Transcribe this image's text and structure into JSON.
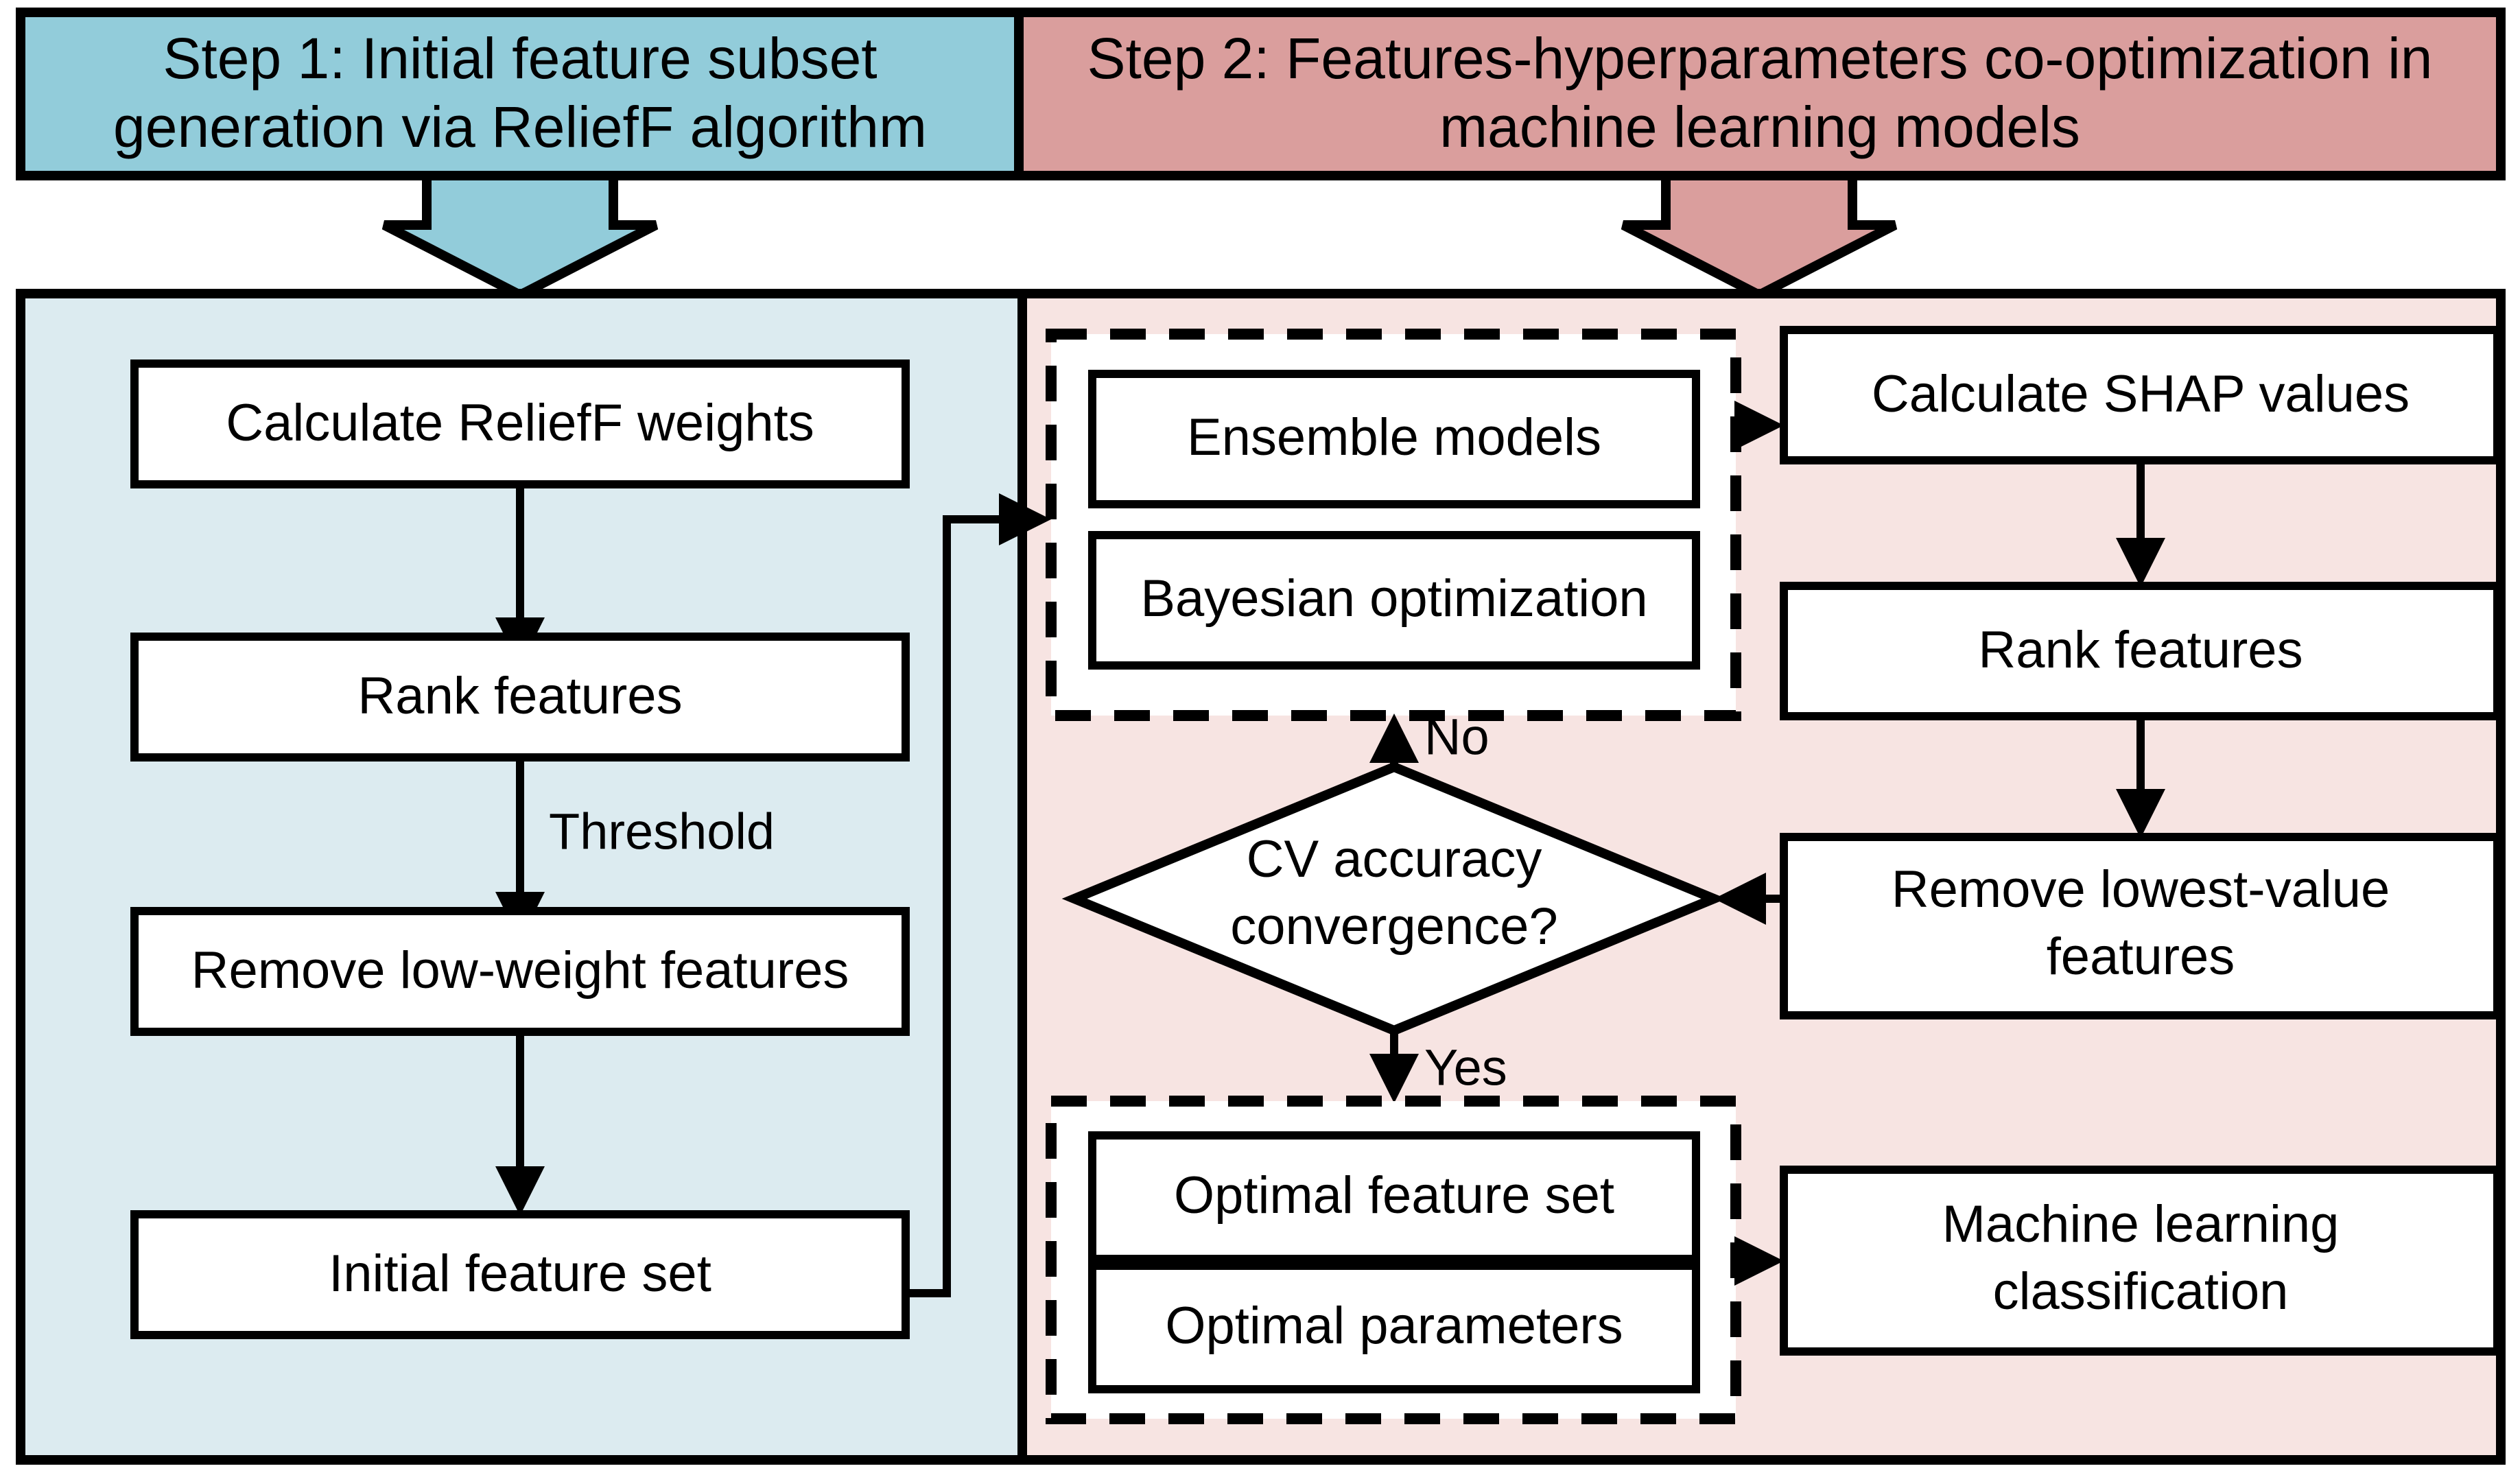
{
  "figure": {
    "kind": "flowchart",
    "title_present": false,
    "colors": {
      "step1_banner_fill": "#92ccda",
      "step2_banner_fill": "#da9e9d",
      "step1_panel_fill": "#dcebf0",
      "step2_panel_fill": "#f7e4e2",
      "node_fill": "#ffffff",
      "stroke": "#000000"
    }
  },
  "banners": [
    {
      "id": "step1-banner",
      "line1": "Step 1: Initial feature subset",
      "line2": "generation via ReliefF algorithm"
    },
    {
      "id": "step2-banner",
      "line1": "Step 2: Features-hyperparameters co-optimization in",
      "line2": "machine learning models"
    }
  ],
  "panels": {
    "step1": {
      "nodes": [
        {
          "id": "calculate-relieff-weights",
          "label": "Calculate ReliefF weights"
        },
        {
          "id": "rank-features-left",
          "label": "Rank features"
        },
        {
          "id": "remove-low-weight-features",
          "label": "Remove low-weight features"
        },
        {
          "id": "initial-feature-set",
          "label": "Initial feature set"
        }
      ],
      "edge_labels": [
        {
          "id": "threshold-label",
          "label": "Threshold"
        }
      ]
    },
    "step2": {
      "group_top": {
        "id": "model-optimization-group",
        "nodes": [
          {
            "id": "ensemble-models",
            "label": "Ensemble models"
          },
          {
            "id": "bayesian-optimization",
            "label": "Bayesian optimization"
          }
        ]
      },
      "group_bottom": {
        "id": "optimal-results-group",
        "nodes": [
          {
            "id": "optimal-feature-set",
            "label": "Optimal feature set"
          },
          {
            "id": "optimal-parameters",
            "label": "Optimal parameters"
          }
        ]
      },
      "decision": {
        "id": "cv-accuracy-convergence",
        "line1": "CV accuracy",
        "line2": "convergence?"
      },
      "right_nodes": [
        {
          "id": "calculate-shap-values",
          "label": "Calculate SHAP values"
        },
        {
          "id": "rank-features-right",
          "label": "Rank features"
        },
        {
          "id": "remove-lowest-value-features",
          "line1": "Remove lowest-value",
          "line2": "features"
        },
        {
          "id": "machine-learning-classification",
          "line1": "Machine learning",
          "line2": "classification"
        }
      ],
      "edge_labels": [
        {
          "id": "no-label",
          "label": "No"
        },
        {
          "id": "yes-label",
          "label": "Yes"
        }
      ]
    }
  }
}
